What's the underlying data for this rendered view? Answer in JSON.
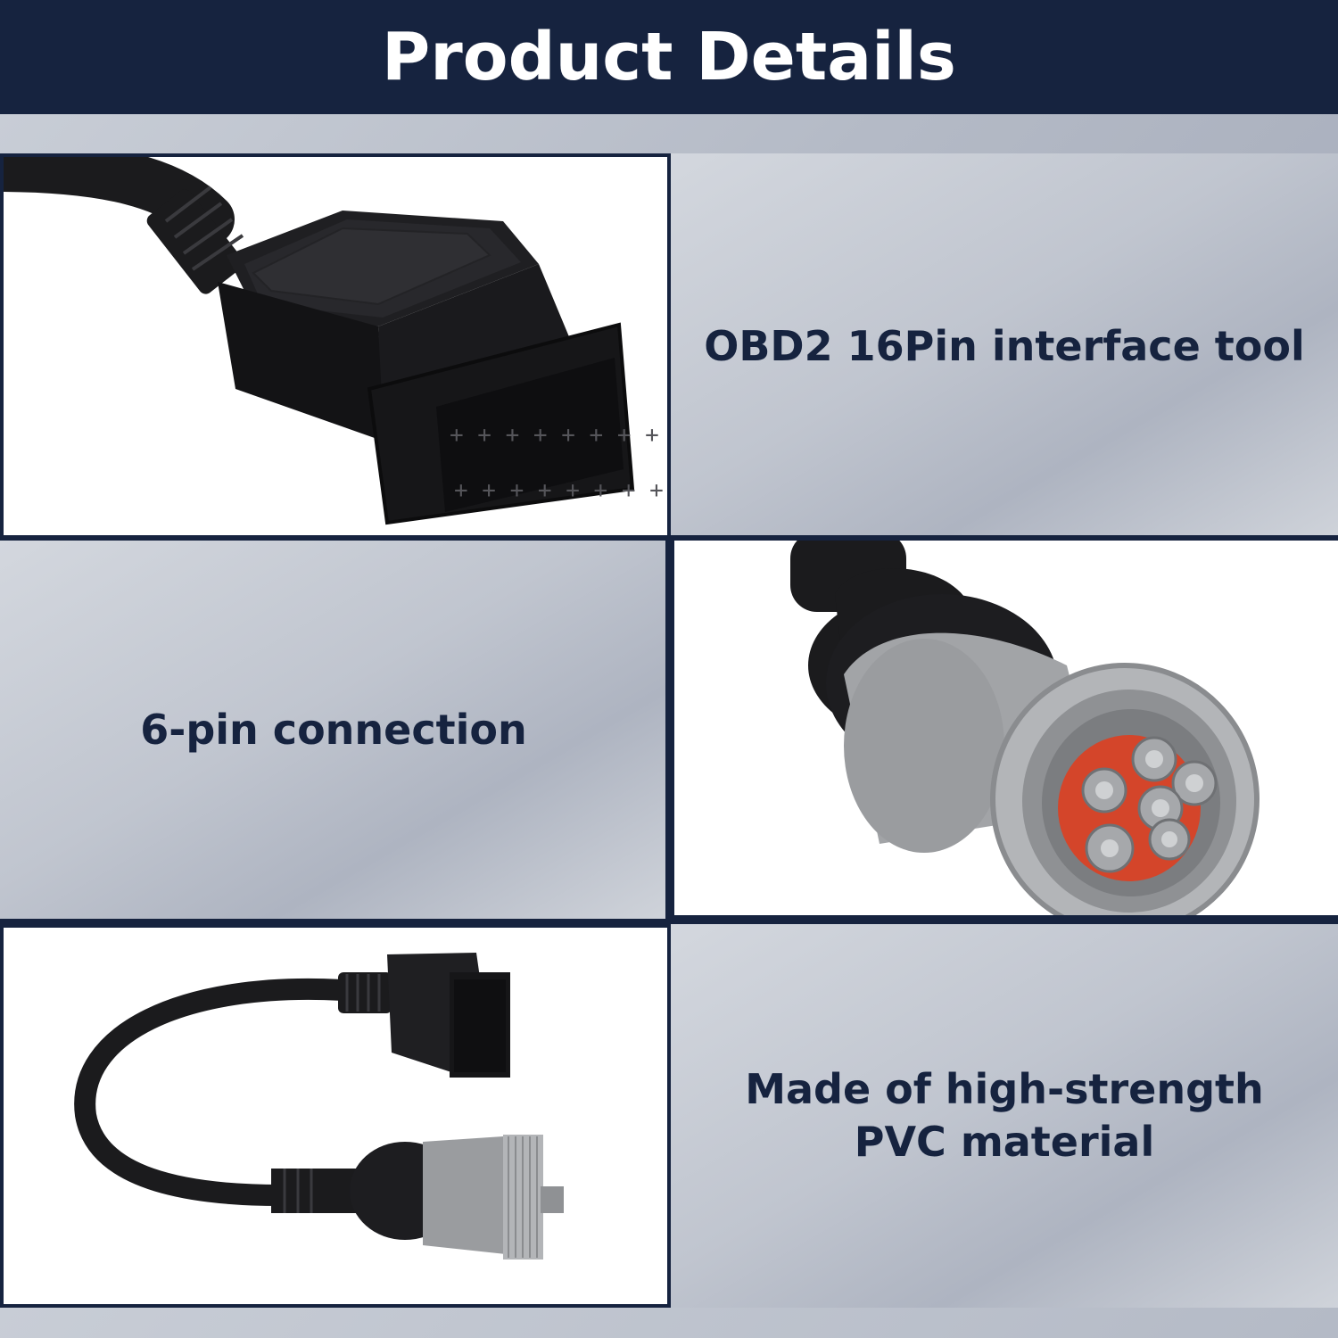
{
  "header": {
    "title": "Product Details"
  },
  "panels": {
    "obd2": {
      "caption": "OBD2 16Pin interface tool"
    },
    "six_pin": {
      "caption": "6-pin connection"
    },
    "material": {
      "caption_line1": "Made of high-strength",
      "caption_line2": "PVC material"
    }
  },
  "icons": {
    "obd2_connector": "obd2-16pin-female-connector-icon",
    "six_pin_connector": "6pin-round-connector-icon",
    "adapter_cable": "adapter-cable-icon"
  },
  "colors": {
    "navy": "#16233f",
    "connector_black": "#1b1b1d",
    "connector_gray": "#9a9c9f",
    "pin_red": "#d4452a"
  }
}
